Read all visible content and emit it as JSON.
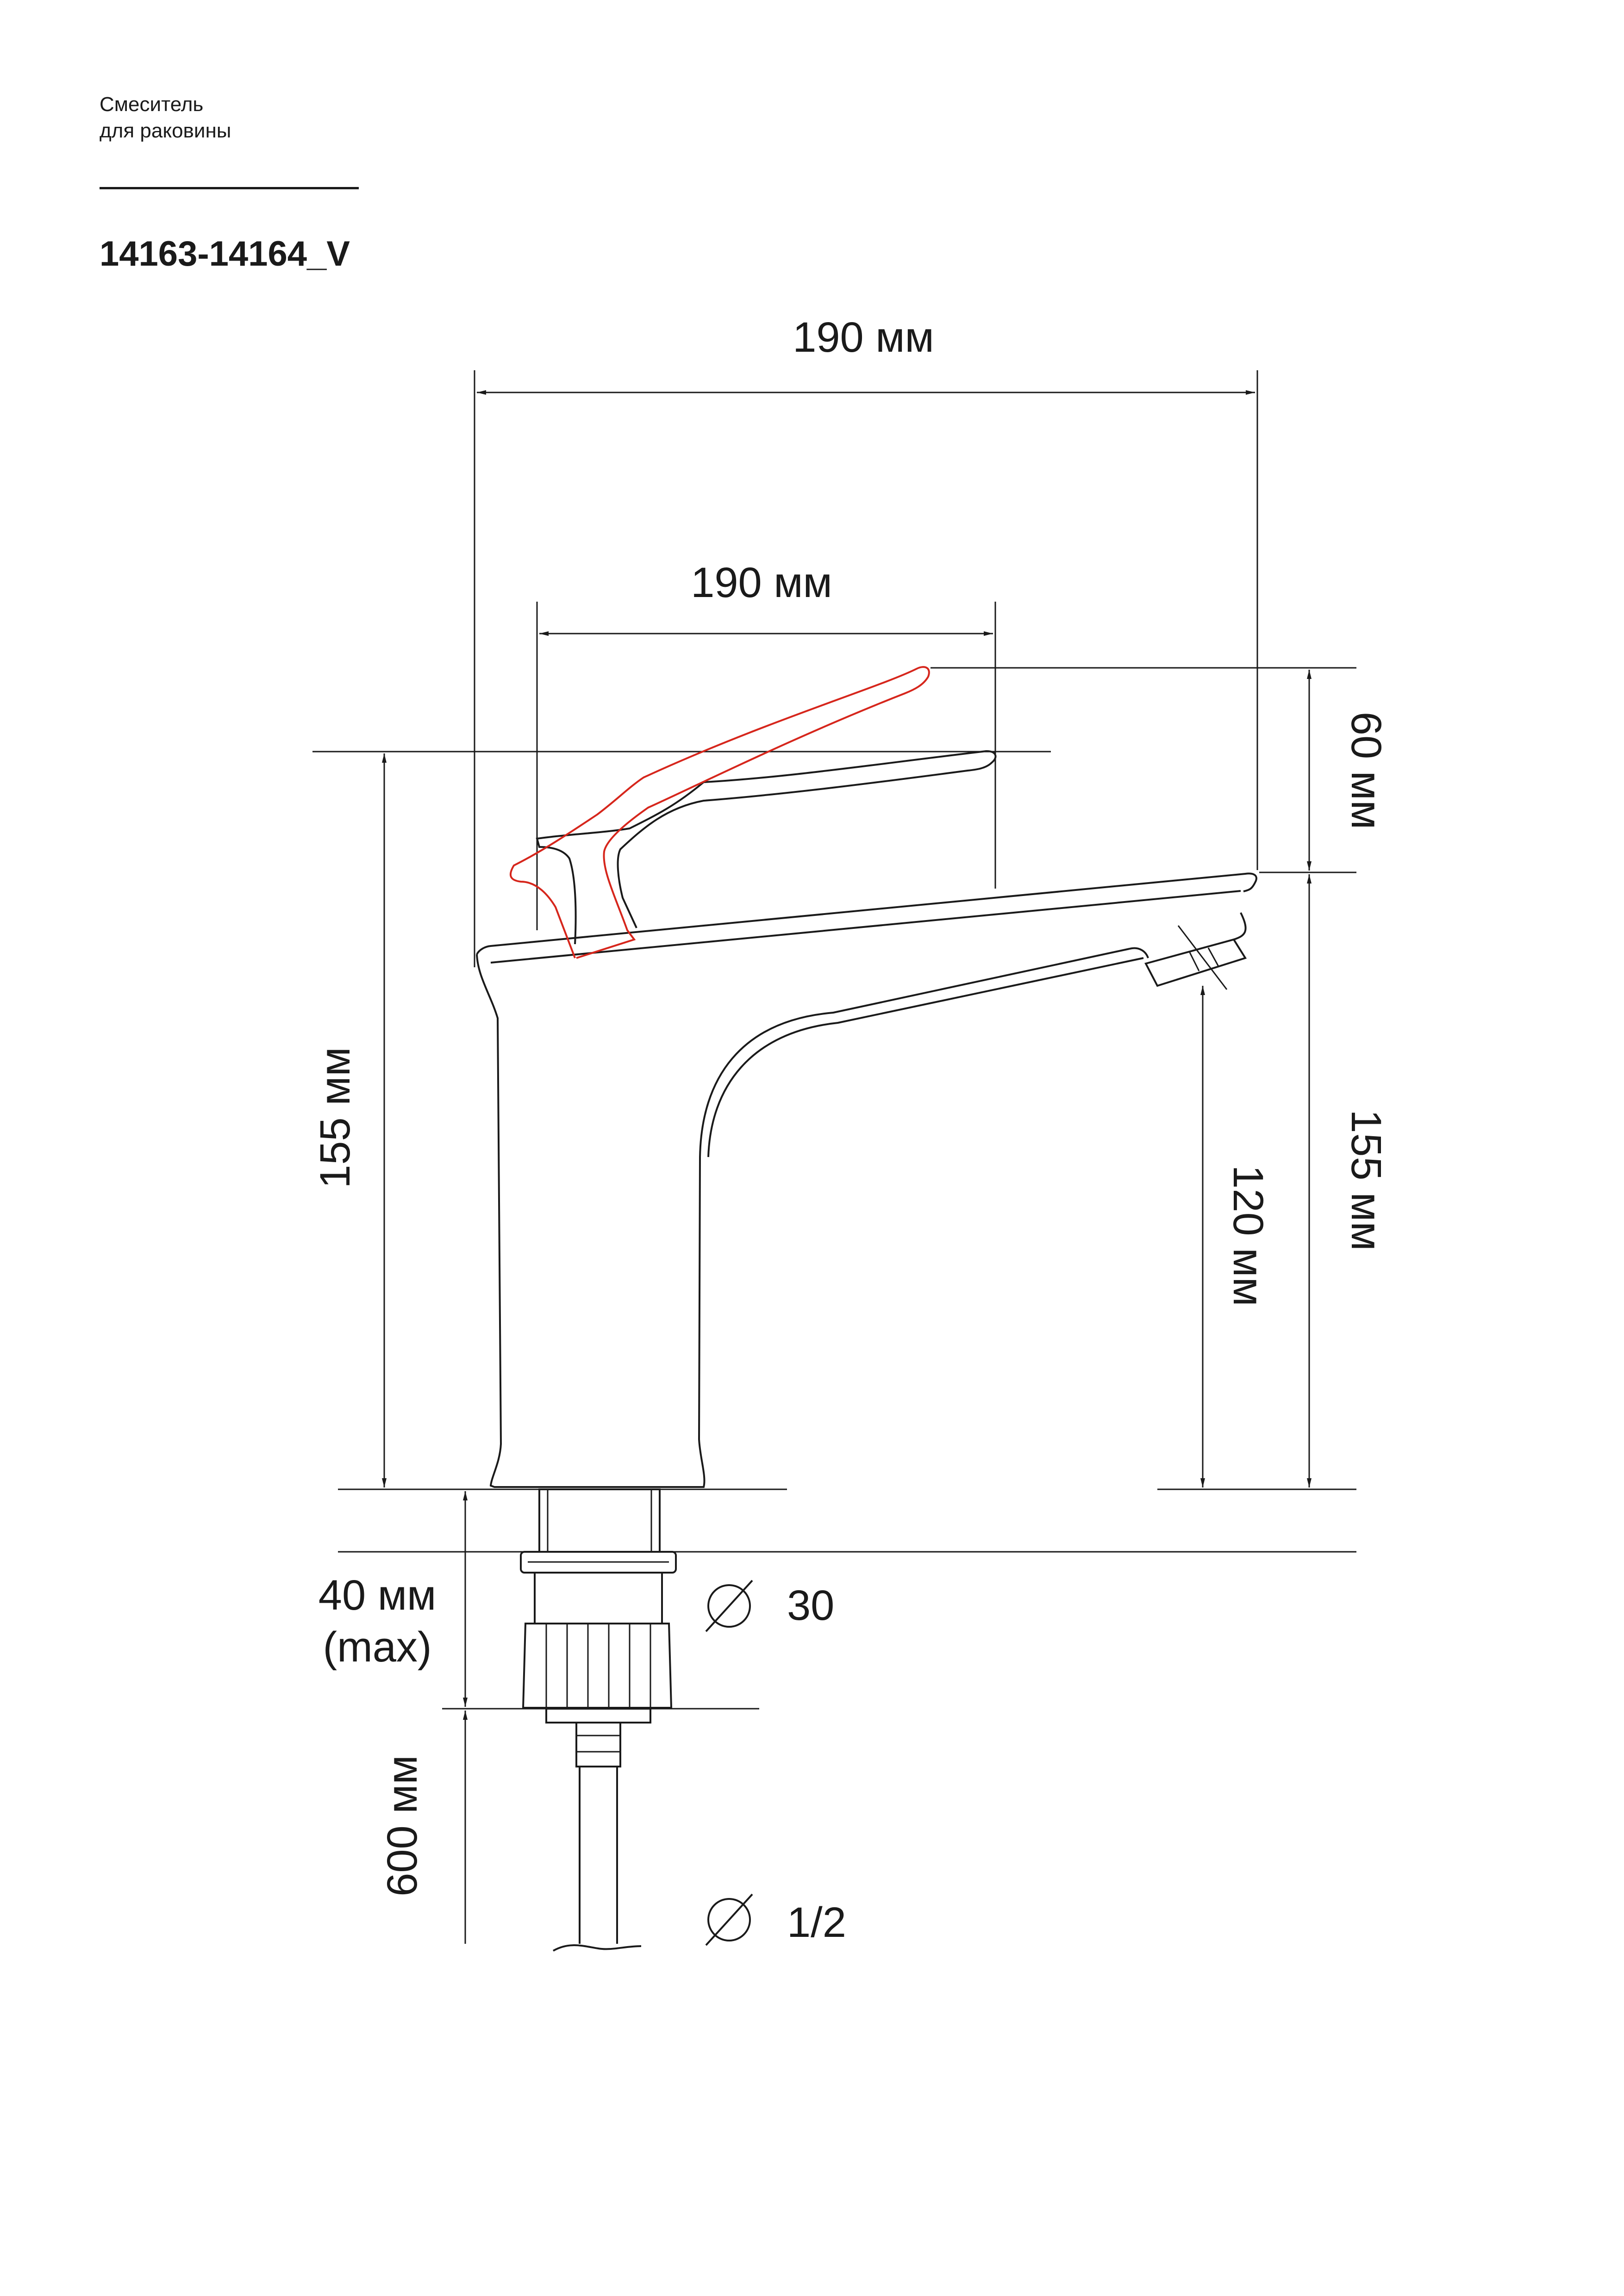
{
  "header": {
    "line1": "Смеситель",
    "line2": "для раковины",
    "model": "14163-14164_V"
  },
  "dimensions": {
    "overall_width": "190 мм",
    "handle_width": "190 мм",
    "handle_rise": "60 мм",
    "height_left": "155 мм",
    "height_right": "155 мм",
    "spout_height": "120 мм",
    "mount_depth": "40 мм",
    "mount_depth_note": "(max)",
    "hose_length": "600 мм"
  },
  "specs": {
    "mount_diameter": "30",
    "hose_thread": "1/2"
  },
  "colors": {
    "line": "#1a1a1a",
    "alt_position": "#d6261c"
  }
}
